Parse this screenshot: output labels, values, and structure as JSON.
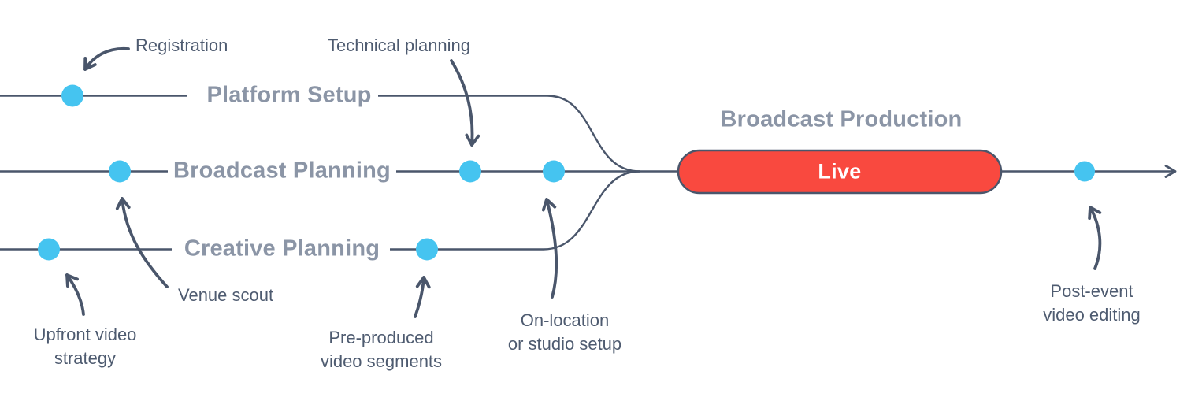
{
  "title": "Broadcast Production",
  "live": "Live",
  "rows": {
    "platform": "Platform Setup",
    "broadcast": "Broadcast Planning",
    "creative": "Creative Planning"
  },
  "annotations": {
    "registration": "Registration",
    "technical": "Technical planning",
    "venue": "Venue scout",
    "upfront1": "Upfront video",
    "upfront2": "strategy",
    "preproduced1": "Pre-produced",
    "preproduced2": "video segments",
    "onlocation1": "On-location",
    "onlocation2": "or studio setup",
    "postevent1": "Post-event",
    "postevent2": "video editing"
  },
  "colors": {
    "line": "#4A566B",
    "dot_blue": "#45C4F0",
    "live_red": "#F9493F",
    "row_label": "#8B95A6",
    "annotation_text": "#4E5B70",
    "live_text": "#FFFFFF",
    "background": "#FFFFFF"
  }
}
